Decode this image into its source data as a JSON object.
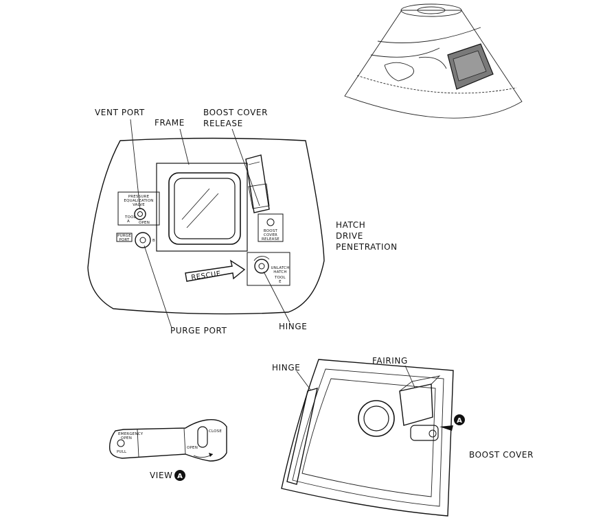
{
  "labels": {
    "vent_port": "VENT PORT",
    "frame": "FRAME",
    "boost_cover_release_1": "BOOST COVER",
    "boost_cover_release_2": "RELEASE",
    "hatch_drive_1": "HATCH",
    "hatch_drive_2": "DRIVE",
    "hatch_drive_3": "PENETRATION",
    "purge_port": "PURGE PORT",
    "hinge_top": "HINGE",
    "rescue": "RESCUE",
    "hinge_bottom": "HINGE",
    "fairing": "FAIRING",
    "boost_cover": "BOOST COVER",
    "view": "VIEW",
    "callout_letter": "A"
  },
  "placards": {
    "pressure_1": "PRESSURE",
    "pressure_2": "EQUALIZATION",
    "pressure_3": "VALVE",
    "tool_a_1": "TOOL",
    "tool_a_2": "A",
    "open": "OPEN",
    "purge_1": "PURGE",
    "purge_2": "PORT",
    "release_1": "BOOST",
    "release_2": "COVER",
    "release_3": "RELEASE",
    "unlock_1": "UNLATCH",
    "unlock_2": "HATCH",
    "tool_e_1": "TOOL",
    "tool_e_2": "E",
    "emergency_1": "EMERGENCY",
    "emergency_2": "OPEN",
    "pull": "PULL",
    "view_open": "OPEN",
    "view_close": "CLOSE"
  }
}
